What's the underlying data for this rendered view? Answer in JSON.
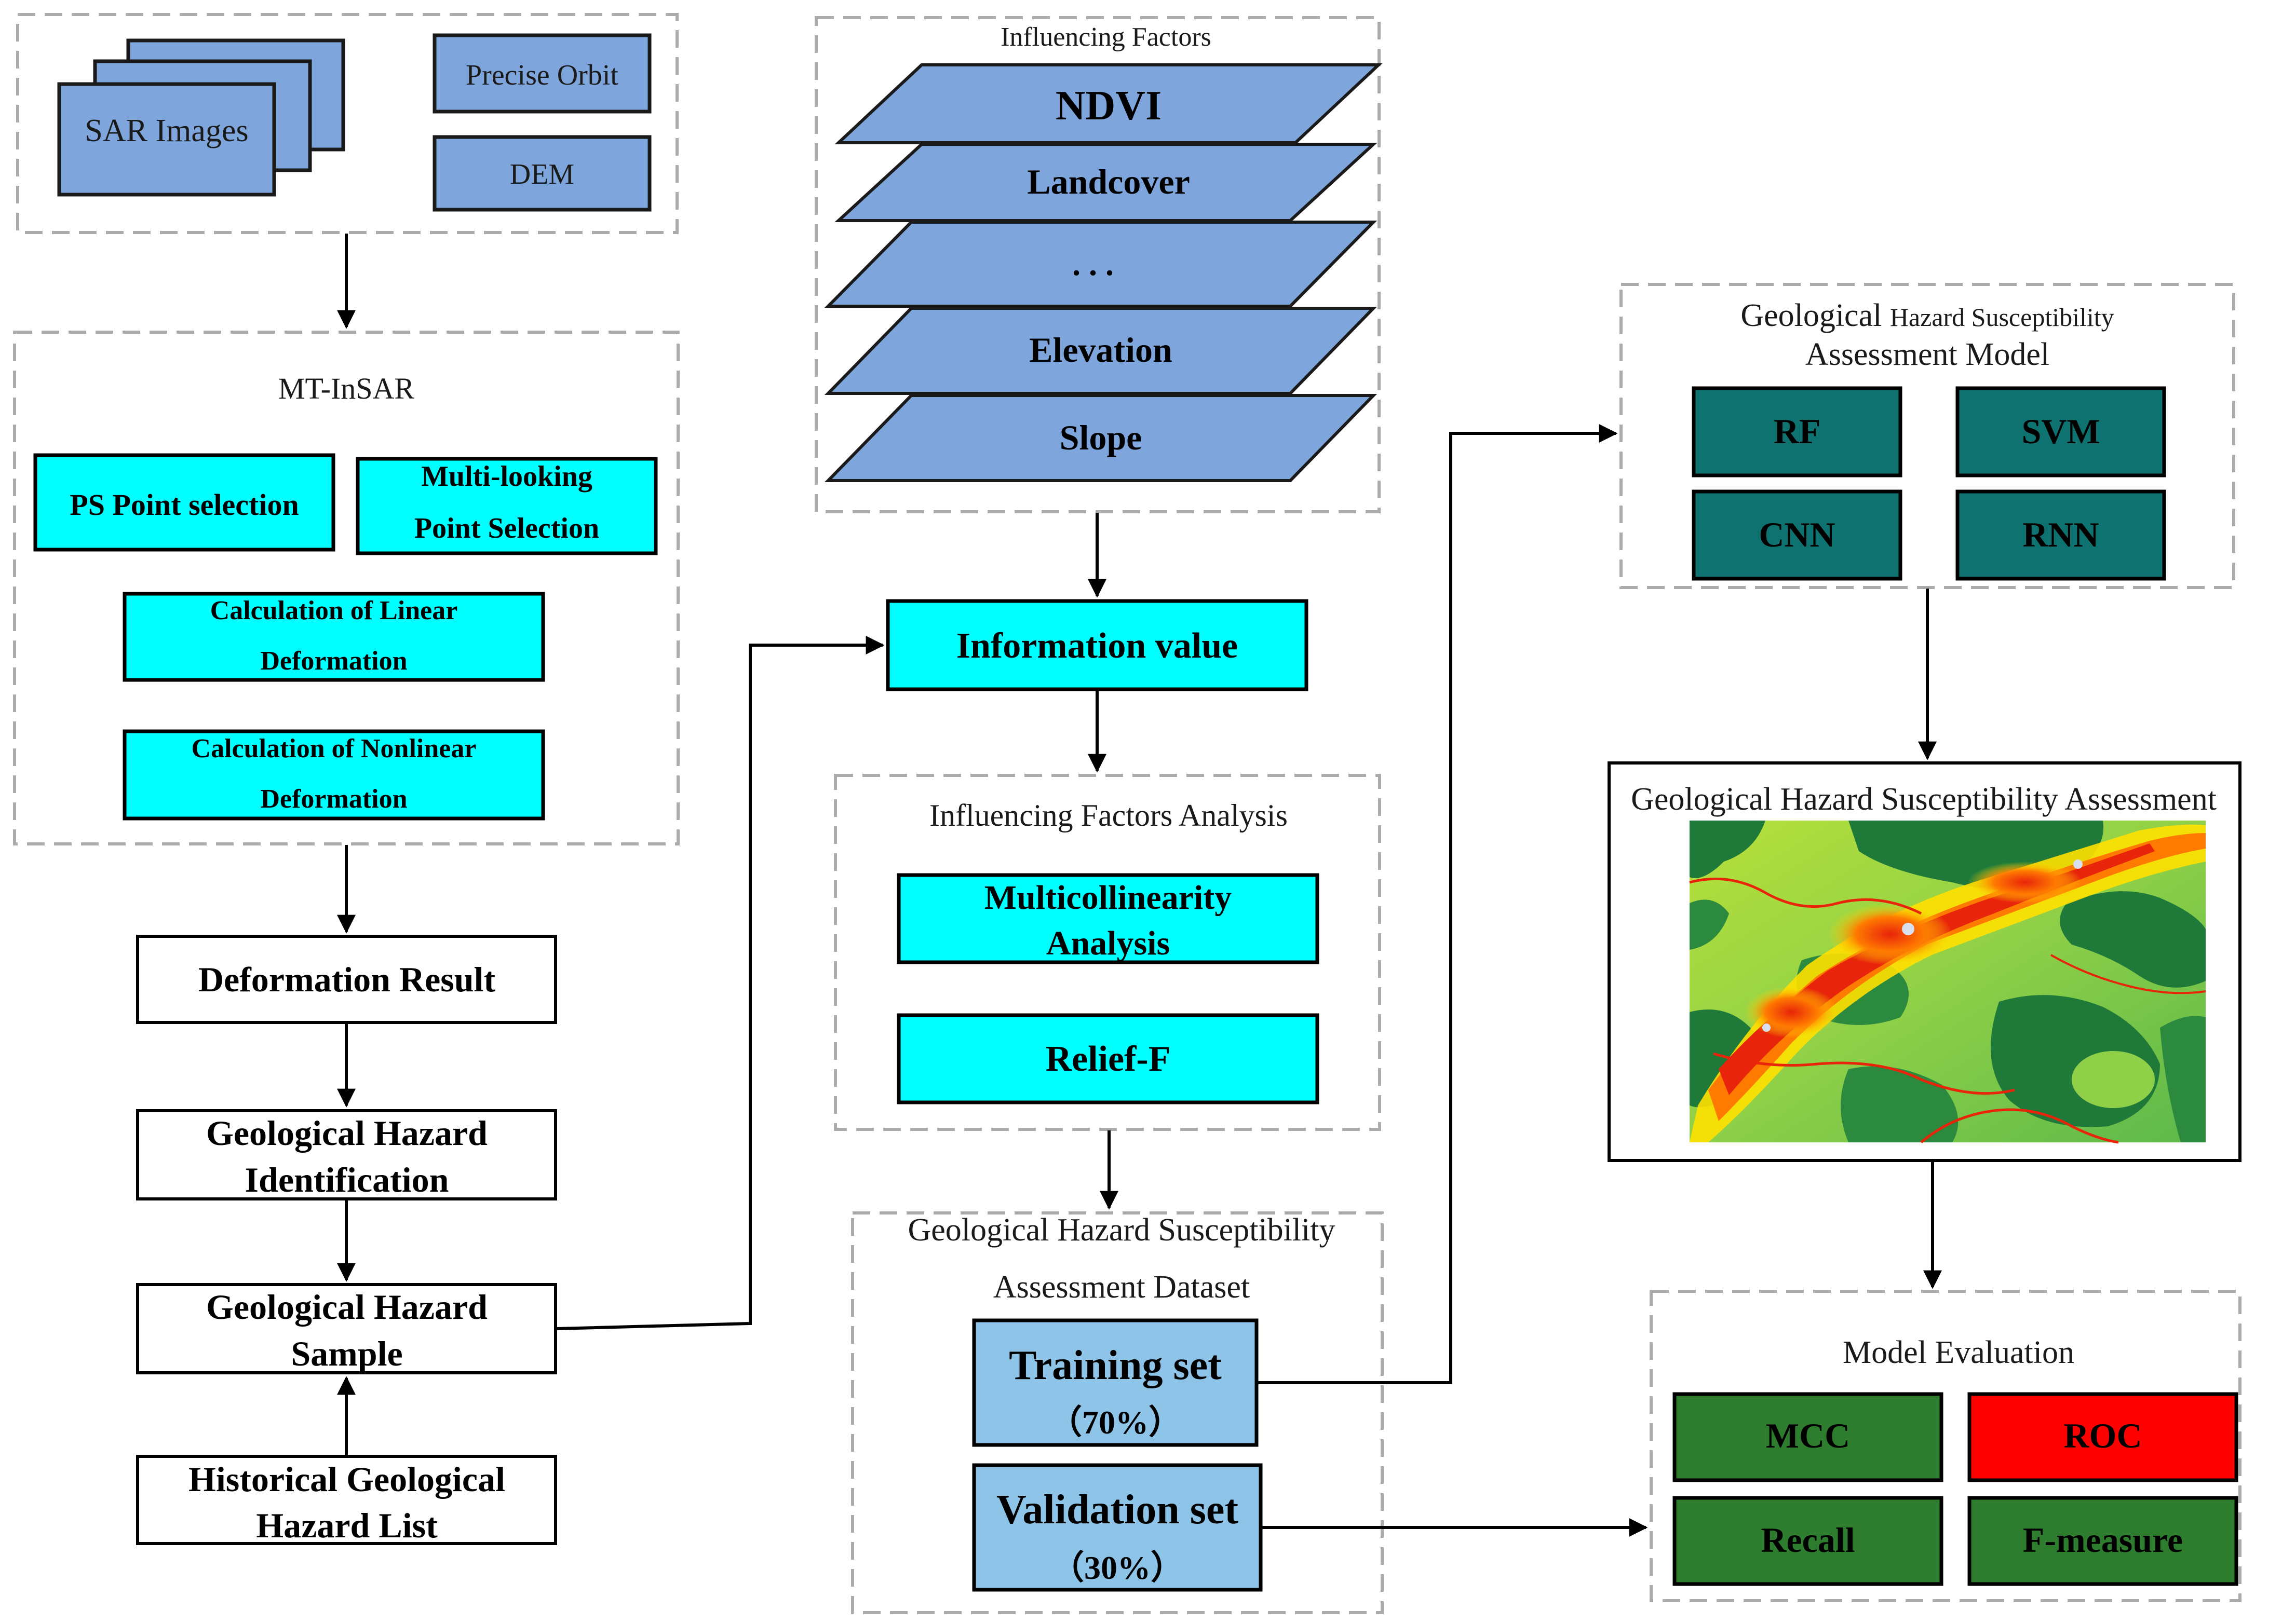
{
  "inputs": {
    "sar_images": "SAR Images",
    "precise_orbit": "Precise Orbit",
    "dem": "DEM"
  },
  "mtinsar": {
    "title": "MT-InSAR",
    "ps_point": "PS Point selection",
    "multilook_line1": "Multi-looking",
    "multilook_line2": "Point Selection",
    "linear_line1": "Calculation of Linear",
    "linear_line2": "Deformation",
    "nonlinear_line1": "Calculation of Nonlinear",
    "nonlinear_line2": "Deformation"
  },
  "left_flow": {
    "deformation_result": "Deformation Result",
    "identification_line1": "Geological Hazard",
    "identification_line2": "Identification",
    "sample_line1": "Geological Hazard",
    "sample_line2": "Sample",
    "historical_line1": "Historical Geological",
    "historical_line2": "Hazard List"
  },
  "factors": {
    "title": "Influencing Factors",
    "layers": [
      "NDVI",
      "Landcover",
      ". . .",
      "Elevation",
      "Slope"
    ]
  },
  "information_value": "Information value",
  "factors_analysis": {
    "title": "Influencing Factors Analysis",
    "multicollinearity_line1": "Multicollinearity",
    "multicollinearity_line2": "Analysis",
    "relief_f": "Relief-F"
  },
  "dataset": {
    "title_line1": "Geological Hazard Susceptibility",
    "title_line2": "Assessment Dataset",
    "training": "Training set",
    "training_pct": "（70%）",
    "validation": "Validation set",
    "validation_pct": "（30%）"
  },
  "model": {
    "title_big": "Geological ",
    "title_small": "Hazard Susceptibility",
    "title_line2": "Assessment Model",
    "methods": [
      "RF",
      "SVM",
      "CNN",
      "RNN"
    ]
  },
  "assessment": {
    "title": "Geological Hazard Susceptibility  Assessment"
  },
  "evaluation": {
    "title": "Model Evaluation",
    "metrics": [
      "MCC",
      "ROC",
      "Recall",
      "F-measure"
    ]
  },
  "colors": {
    "input_box": "#7fa6dc",
    "process_box": "#00ffff",
    "dataset_box": "#8ec4e8",
    "model_box": "#0e7370",
    "metric_box": "#2e7d2e",
    "metric_highlight": "#ff0000",
    "map_low": "#1f7a3a",
    "map_mid": "#ffe000",
    "map_high": "#e8240a"
  }
}
